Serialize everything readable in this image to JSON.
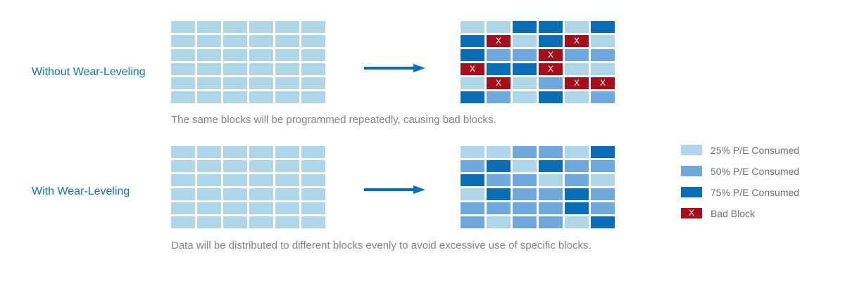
{
  "colors": {
    "light": "#aed6e8",
    "medium": "#6fa8dc",
    "dark": "#0a6db8",
    "bad": "#a50f1c",
    "label": "#1072ba",
    "caption": "#808285",
    "legend": "#6d6e71",
    "arrow": "#0a6db8"
  },
  "bad_block_glyph": "X",
  "cell_key": {
    "L": "25% P/E Consumed",
    "M": "50% P/E Consumed",
    "D": "75% P/E Consumed",
    "X": "Bad Block"
  },
  "sections": [
    {
      "label": "Without Wear-Leveling",
      "caption": "The same blocks will be programmed repeatedly, causing bad blocks.",
      "before_grid": [
        "LLLLLL",
        "LLLLLL",
        "LLLLLL",
        "LLLLLL",
        "LLLLLL",
        "LLLLLL"
      ],
      "after_grid": [
        "LLDDLD",
        "DXLDXL",
        "DMMXMM",
        "XDDXLL",
        "LXLMXX",
        "DMLDLM"
      ]
    },
    {
      "label": "With Wear-Leveling",
      "caption": "Data will be distributed to different blocks evenly to avoid excessive use of specific blocks.",
      "before_grid": [
        "LLLLLL",
        "LLLLLL",
        "LLLLLL",
        "LLLLLL",
        "LLLLLL",
        "LLLLLL"
      ],
      "after_grid": [
        "LLMMLD",
        "MDLDMM",
        "DMMLML",
        "LDMMDM",
        "MMMMDM",
        "MLMMLD"
      ]
    }
  ],
  "legend": {
    "items": [
      {
        "swatch": "L",
        "label": "25% P/E Consumed"
      },
      {
        "swatch": "M",
        "label": "50% P/E Consumed"
      },
      {
        "swatch": "D",
        "label": "75% P/E Consumed"
      },
      {
        "swatch": "X",
        "label": "Bad Block",
        "glyph": "X"
      }
    ]
  }
}
